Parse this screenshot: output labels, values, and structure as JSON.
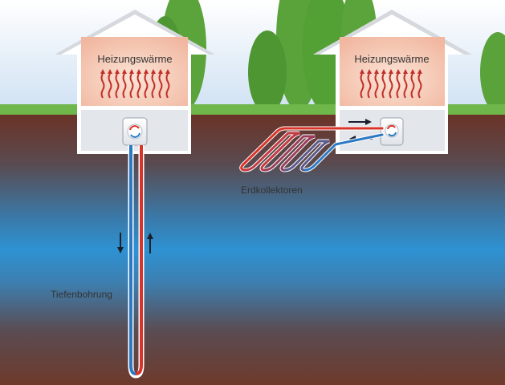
{
  "houses": {
    "left": {
      "title": "Heizungswärme"
    },
    "right": {
      "title": "Heizungswärme"
    }
  },
  "labels": {
    "collectors": "Erdkollektoren",
    "borehole": "Tiefenbohrung"
  },
  "colors": {
    "sky": "#dbe9f6",
    "grass": "#6fb64b",
    "soil_top": "#6a3628",
    "water": "#2f93d5",
    "soil_bottom": "#6d3a2a",
    "heat_arrow": "#c0302a",
    "pipe_cold": "#2b78c5",
    "pipe_hot": "#d8342a"
  },
  "icons": {
    "heat_pump": "heat-pump-icon",
    "flow_arrows": "arrow-icon"
  }
}
